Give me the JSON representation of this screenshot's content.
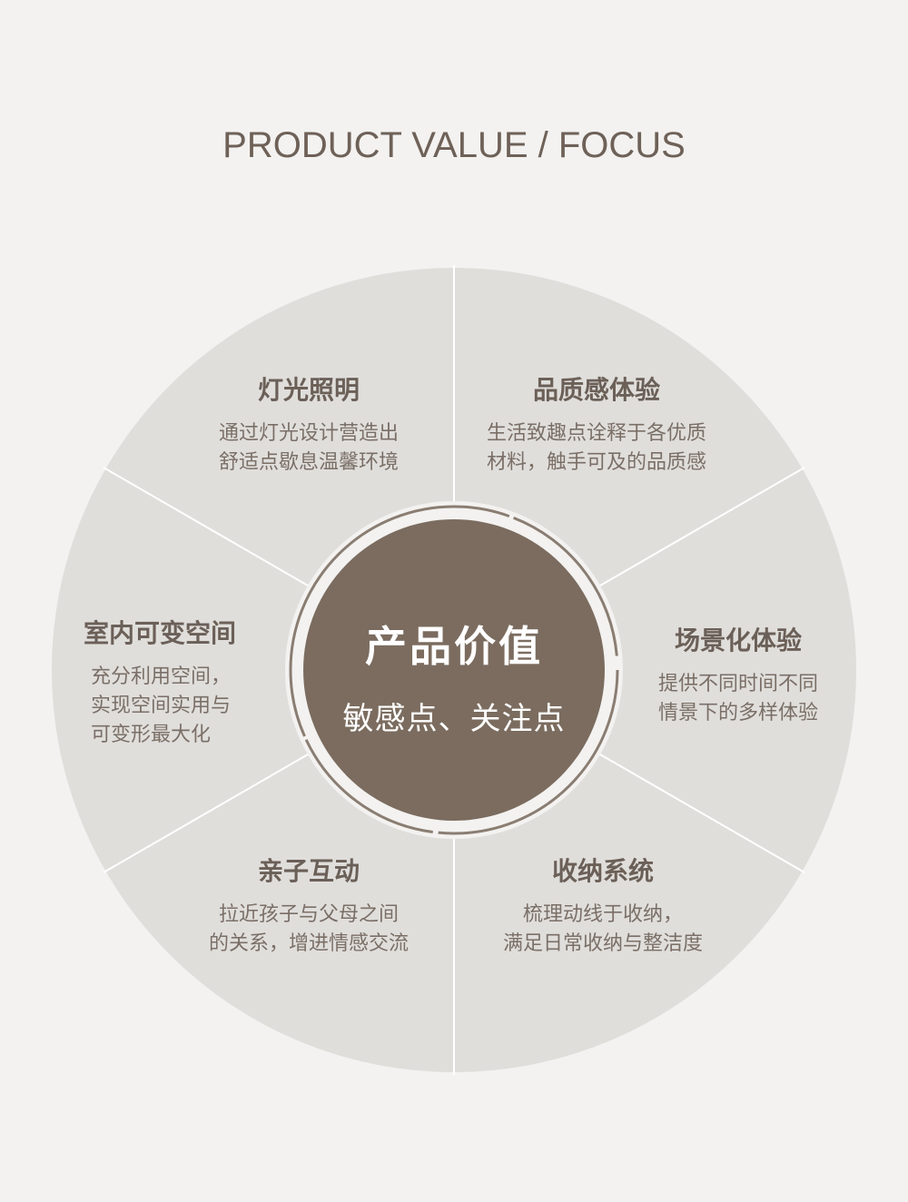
{
  "title": "PRODUCT VALUE / FOCUS",
  "colors": {
    "background": "#f3f2f0",
    "wheel": "#e0dedb",
    "divider": "#ffffff",
    "center": "#7b6c5f",
    "text": "#6b6058"
  },
  "center": {
    "title": "产品价值",
    "subtitle": "敏感点、关注点"
  },
  "segments": [
    {
      "title": "灯光照明",
      "lines": [
        "通过灯光设计营造出",
        "舒适点歇息温馨环境"
      ]
    },
    {
      "title": "品质感体验",
      "lines": [
        "生活致趣点诠释于各优质",
        "材料，触手可及的品质感"
      ]
    },
    {
      "title": "场景化体验",
      "lines": [
        "提供不同时间不同",
        "情景下的多样体验"
      ]
    },
    {
      "title": "收纳系统",
      "lines": [
        "梳理动线于收纳，",
        "满足日常收纳与整洁度"
      ]
    },
    {
      "title": "亲子互动",
      "lines": [
        "拉近孩子与父母之间",
        "的关系，增进情感交流"
      ]
    },
    {
      "title": "室内可变空间",
      "lines": [
        "充分利用空间，",
        "实现空间实用与",
        "可变形最大化"
      ]
    }
  ]
}
